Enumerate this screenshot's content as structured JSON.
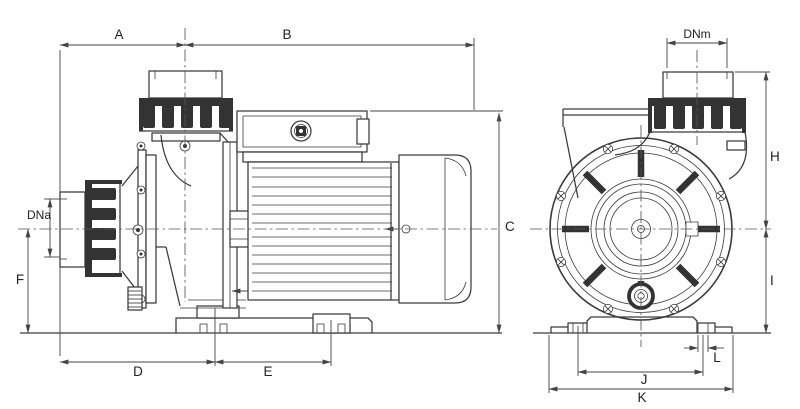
{
  "figure": {
    "type": "technical-drawing",
    "subject": "centrifugal pump dimensional drawing, side view and front view",
    "colors": {
      "background": "#ffffff",
      "line": "#3a3a3a",
      "dark_fill": "#333333",
      "dimension": "#444444"
    },
    "dims": {
      "A": "A",
      "B": "B",
      "C": "C",
      "D": "D",
      "E": "E",
      "F": "F",
      "H": "H",
      "I": "I",
      "J": "J",
      "K": "K",
      "L": "L",
      "DNa": "DNa",
      "DNm": "DNm"
    }
  }
}
